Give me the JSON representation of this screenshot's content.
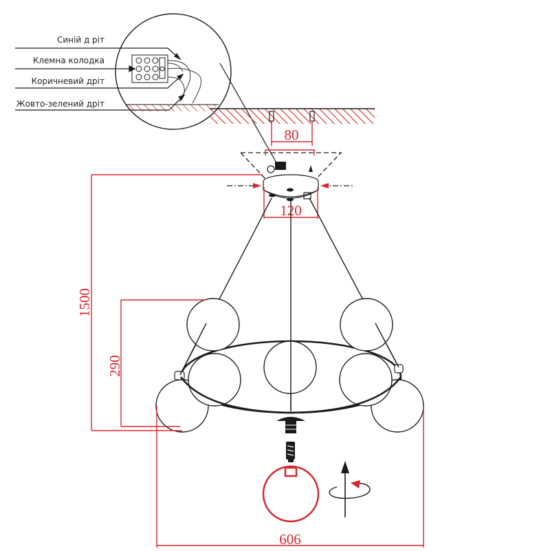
{
  "colors": {
    "dimension": "#d6262e",
    "lines": "#1a1a1a",
    "hatch": "#d6262e"
  },
  "wiring_labels": {
    "blue": "Синій д рiт",
    "terminal": "Клемна колодка",
    "brown": "Коричневий дрiт",
    "ground": "Жовто-зелений дрiт"
  },
  "dimensions": {
    "bracket": "80",
    "canopy": "120",
    "total_height": "1500",
    "lamp_height": "290",
    "diameter": "606"
  },
  "icons": [
    "rotate-arrow-icon",
    "bulb-icon",
    "screw-icon"
  ]
}
